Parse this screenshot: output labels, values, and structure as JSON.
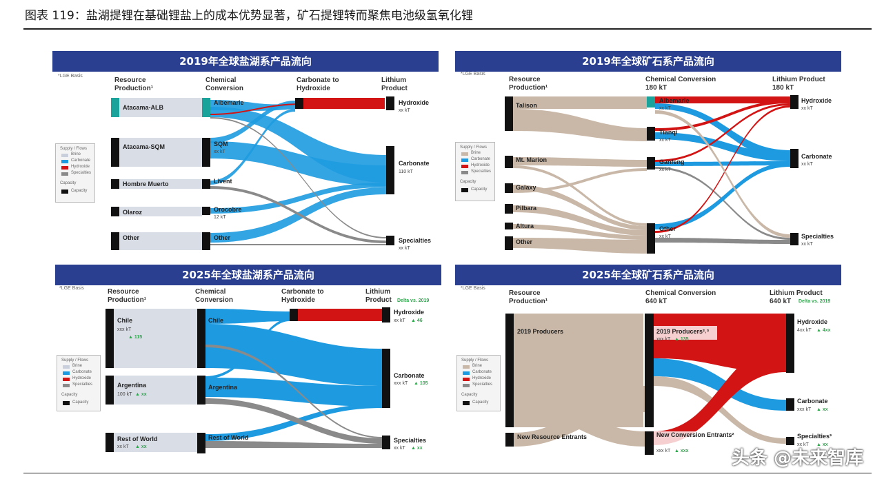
{
  "figure_title": "图表 119：盐湖提锂在基础锂盐上的成本优势显著，矿石提锂转而聚焦电池级氢氧化锂",
  "watermark": "头条 @未来智库",
  "panels": {
    "brine2019": {
      "title": "2019年全球盐湖系产品流向",
      "source": "*LGE Basis",
      "col1": "Resource Production¹",
      "col2": "Chemical Conversion",
      "col3": "Carbonate to Hydroxide",
      "col4": "Lithium Product",
      "nodes": {
        "n1": "Atacama-ALB",
        "n2": "Atacama-SQM",
        "n3": "Hombre Muerto",
        "n4": "Olaroz",
        "n5": "Other",
        "c1": "Albemarle",
        "c2": "SQM",
        "c2s": "xx kT",
        "c3": "Livent",
        "c4": "Orocobre",
        "c4s": "12 kT",
        "c5": "Other",
        "p1": "Hydroxide",
        "p1s": "xx kT",
        "p2": "Carbonate",
        "p2s": "110 kT",
        "p3": "Specialties",
        "p3s": "xx kT"
      }
    },
    "ore2019": {
      "title": "2019年全球矿石系产品流向",
      "source": "*LGE Basis",
      "col1": "Resource Production¹",
      "col2": "Chemical Conversion\n180 kT",
      "col4": "Lithium Product\n180 kT",
      "nodes": {
        "n1": "Talison",
        "n2": "Mt. Marion",
        "n3": "Galaxy",
        "n4": "Pilbara",
        "n5": "Altura",
        "n6": "Other",
        "c1": "Albemarle",
        "c1s": "xx kT",
        "c2": "Tianqi",
        "c2s": "xx kT",
        "c3": "Ganfeng",
        "c3s": "xx kT",
        "c4": "Other",
        "c4s": "xx kT",
        "p1": "Hydroxide",
        "p1s": "xx kT",
        "p2": "Carbonate",
        "p2s": "xx kT",
        "p3": "Specialties",
        "p3s": "xx kT"
      }
    },
    "brine2025": {
      "title": "2025年全球盐湖系产品流向",
      "source": "*LGE Basis",
      "col1": "Resource Production¹",
      "col2": "Chemical Conversion",
      "col3": "Carbonate to Hydroxide",
      "col4": "Lithium Product",
      "col4note": "Delta vs. 2019",
      "nodes": {
        "n1": "Chile",
        "n1s": "xxx kT",
        "n1d": "▲ 115",
        "n2": "Argentina",
        "n2s": "100 kT",
        "n2d": "▲ xx",
        "n3": "Rest of World",
        "n3s": "xx kT",
        "n3d": "▲ xx",
        "c1": "Chile",
        "c2": "Argentina",
        "c3": "Rest of World",
        "p1": "Hydroxide",
        "p1s": "xx kT",
        "p1d": "▲ 46",
        "p2": "Carbonate",
        "p2s": "xxx kT",
        "p2d": "▲ 105",
        "p3": "Specialties",
        "p3s": "xx kT",
        "p3d": "▲ xx"
      }
    },
    "ore2025": {
      "title": "2025年全球矿石系产品流向",
      "source": "*LGE Basis",
      "col1": "Resource Production¹",
      "col2": "Chemical Conversion\n640 kT",
      "col4": "Lithium Product\n640 kT",
      "col4note": "Delta vs. 2019",
      "nodes": {
        "n1": "2019 Producers",
        "n2": "New Resource Entrants",
        "c1": "2019 Producers²˒³",
        "c1s": "xxx kT",
        "c1d": "▲ 135",
        "c2": "New Conversion Entrants²",
        "c2s": "xxx kT",
        "c2d": "▲ xxx",
        "p1": "Hydroxide",
        "p1s": "4xx kT",
        "p1d": "▲ 4xx",
        "p2": "Carbonate",
        "p2s": "xxx kT",
        "p2d": "▲ xx",
        "p3": "Specialties³",
        "p3s": "xx kT",
        "p3d": "▲ xx"
      }
    }
  },
  "legend": {
    "h1": "Supply / Flows",
    "r1": "Brine",
    "r2": "Carbonate",
    "r3": "Hydroxide",
    "r4": "Specialties",
    "h2": "Capacity",
    "r5": "Capacity"
  },
  "colors": {
    "header": "#2a3f8f",
    "blue": "#1e9be0",
    "red": "#d21414",
    "tan": "#c9b8a8",
    "gray": "#8a8a8a",
    "teal": "#1aa39a",
    "node": "#111111",
    "source_box": "#d9dde6"
  }
}
